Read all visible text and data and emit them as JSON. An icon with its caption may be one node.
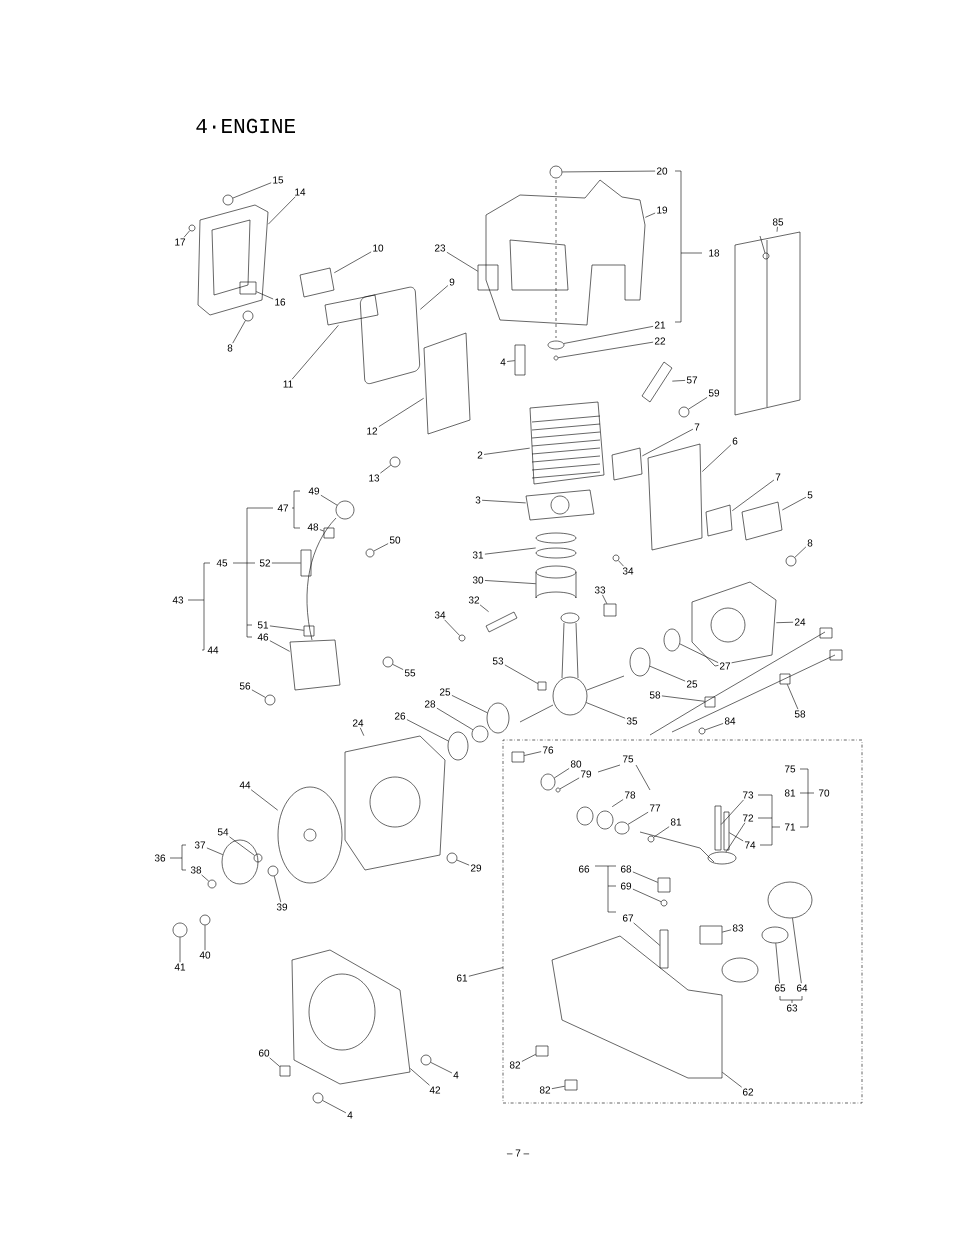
{
  "diagram": {
    "title": "4·ENGINE",
    "nodes": [
      {
        "text": [],
        "shape": "box"
      },
      {
        "text": [
          "15"
        ]
      },
      {
        "text": [
          "14"
        ]
      },
      {
        "text": [
          "20"
        ]
      },
      {
        "text": [
          "17"
        ]
      },
      {
        "text": [
          "10"
        ]
      },
      {
        "text": [
          "23"
        ]
      },
      {
        "text": [
          "19"
        ]
      },
      {
        "text": [
          "85"
        ]
      },
      {
        "text": [
          "9"
        ]
      },
      {
        "text": [
          "16"
        ]
      },
      {
        "text": [
          "8"
        ]
      },
      {
        "text": [
          "21"
        ]
      },
      {
        "text": [
          "22"
        ]
      },
      {
        "text": [
          "4"
        ]
      },
      {
        "text": [
          "57"
        ]
      },
      {
        "text": [
          "11"
        ]
      },
      {
        "text": [
          "59"
        ]
      },
      {
        "text": [
          "7"
        ]
      },
      {
        "text": [
          "12"
        ]
      },
      {
        "text": [
          "6"
        ]
      },
      {
        "text": [
          "2"
        ]
      },
      {
        "text": [
          "13"
        ]
      },
      {
        "text": [
          "7"
        ]
      },
      {
        "text": [
          "49"
        ]
      },
      {
        "text": [
          "5"
        ]
      },
      {
        "text": [
          "3"
        ]
      },
      {
        "text": [
          "48"
        ]
      },
      {
        "text": [
          "50"
        ]
      },
      {
        "text": [
          "8"
        ]
      },
      {
        "text": [
          "31"
        ]
      },
      {
        "text": [
          "52"
        ]
      },
      {
        "text": [
          "34"
        ]
      },
      {
        "text": [
          "30"
        ]
      },
      {
        "text": [
          "33"
        ]
      },
      {
        "text": [
          "32"
        ]
      },
      {
        "text": [
          "34"
        ]
      },
      {
        "text": [
          "24"
        ]
      },
      {
        "text": [
          "51"
        ]
      },
      {
        "text": [
          "46"
        ]
      },
      {
        "text": [
          "53"
        ]
      },
      {
        "text": [
          "27"
        ]
      },
      {
        "text": [
          "55"
        ]
      },
      {
        "text": [
          "25"
        ]
      },
      {
        "text": [
          "56"
        ]
      },
      {
        "text": [
          "25"
        ]
      },
      {
        "text": [
          "58"
        ]
      },
      {
        "text": [
          "28"
        ]
      },
      {
        "text": [
          "58"
        ]
      },
      {
        "text": [
          "26"
        ]
      },
      {
        "text": [
          "84"
        ]
      },
      {
        "text": [
          "35"
        ]
      },
      {
        "text": [
          "24"
        ]
      },
      {
        "text": [
          "76"
        ],
        "in": 0
      },
      {
        "text": [
          "80"
        ],
        "in": 0
      },
      {
        "text": [
          "79"
        ],
        "in": 0
      },
      {
        "text": [
          "44"
        ]
      },
      {
        "text": [
          "78"
        ],
        "in": 0
      },
      {
        "text": [
          "73"
        ],
        "in": 0
      },
      {
        "text": [
          "77"
        ],
        "in": 0
      },
      {
        "text": [
          "72"
        ],
        "in": 0
      },
      {
        "text": [
          "81"
        ],
        "in": 0
      },
      {
        "text": [
          "54"
        ]
      },
      {
        "text": [
          "74"
        ],
        "in": 0
      },
      {
        "text": [
          "37"
        ]
      },
      {
        "text": [
          "29"
        ]
      },
      {
        "text": [
          "68"
        ],
        "in": 0
      },
      {
        "text": [
          "38"
        ]
      },
      {
        "text": [
          "69"
        ],
        "in": 0
      },
      {
        "text": [
          "39"
        ]
      },
      {
        "text": [
          "67"
        ],
        "in": 0
      },
      {
        "text": [
          "83"
        ],
        "in": 0
      },
      {
        "text": [
          "40"
        ]
      },
      {
        "text": [
          "41"
        ]
      },
      {
        "text": [
          "61"
        ]
      },
      {
        "text": [
          "65"
        ],
        "in": 0
      },
      {
        "text": [
          "64"
        ],
        "in": 0
      },
      {
        "text": [
          "60"
        ]
      },
      {
        "text": [
          "82"
        ],
        "in": 0
      },
      {
        "text": [
          "4"
        ]
      },
      {
        "text": [
          "62"
        ],
        "in": 0
      },
      {
        "text": [
          "42"
        ]
      },
      {
        "text": [
          "82"
        ],
        "in": 0
      },
      {
        "text": [
          "4"
        ]
      },
      {
        "text": [],
        "shape": "circle"
      },
      {
        "text": [],
        "shape": "picture"
      },
      {
        "text": [],
        "shape": "circle"
      },
      {
        "text": [],
        "shape": "circle"
      },
      {
        "text": [],
        "shape": "box"
      },
      {
        "text": [],
        "shape": "box"
      },
      {
        "text": [],
        "shape": "picture"
      },
      {
        "text": [],
        "shape": "picture"
      },
      {
        "text": [],
        "shape": "box"
      },
      {
        "text": [],
        "shape": "box",
        "in": 85
      },
      {
        "text": [],
        "shape": "circle"
      },
      {
        "text": [],
        "shape": "circle"
      },
      {
        "text": [],
        "shape": "circle"
      },
      {
        "text": [],
        "shape": "box"
      },
      {
        "text": [],
        "shape": "box"
      },
      {
        "text": [],
        "shape": "box"
      },
      {
        "text": [],
        "shape": "circle"
      },
      {
        "text": [],
        "shape": "box"
      },
      {
        "text": [],
        "shape": "box"
      },
      {
        "text": [],
        "shape": "box"
      },
      {
        "text": [],
        "shape": "picture"
      },
      {
        "text": [],
        "shape": "circle"
      },
      {
        "text": [],
        "shape": "box"
      },
      {
        "text": [],
        "shape": "circle"
      },
      {
        "text": [],
        "shape": "box"
      },
      {
        "text": [],
        "shape": "picture"
      },
      {
        "text": [],
        "shape": "box"
      },
      {
        "text": [],
        "shape": "circle"
      },
      {
        "text": [],
        "shape": "circle"
      },
      {
        "text": [],
        "shape": "picture"
      },
      {
        "text": [],
        "shape": "box"
      },
      {
        "text": [],
        "shape": "circle"
      },
      {
        "text": [],
        "shape": "picture"
      },
      {
        "text": [],
        "shape": "box"
      },
      {
        "text": [],
        "shape": "box"
      },
      {
        "text": [],
        "shape": "circle"
      },
      {
        "text": [],
        "shape": "picture"
      },
      {
        "text": [],
        "shape": "box"
      },
      {
        "text": [],
        "shape": "box"
      },
      {
        "text": [],
        "shape": "box"
      },
      {
        "text": [],
        "shape": "circle"
      },
      {
        "text": [],
        "shape": "circle"
      },
      {
        "text": [],
        "shape": "circle"
      },
      {
        "text": [],
        "shape": "circle"
      },
      {
        "text": [],
        "shape": "circle"
      },
      {
        "text": [],
        "shape": "box"
      },
      {
        "text": [],
        "shape": "circle"
      },
      {
        "text": [],
        "shape": "box"
      },
      {
        "text": [],
        "shape": "circle"
      },
      {
        "text": [],
        "shape": "circle"
      },
      {
        "text": [],
        "shape": "circle"
      },
      {
        "text": [],
        "shape": "picture"
      },
      {
        "text": [],
        "shape": "box",
        "in": 0
      },
      {
        "text": [],
        "shape": "circle",
        "in": 0
      },
      {
        "text": [],
        "shape": "circle",
        "in": 0
      },
      {
        "text": [],
        "shape": "picture"
      },
      {
        "text": [],
        "shape": "picture",
        "in": 0
      },
      {
        "text": [],
        "shape": "box",
        "in": 0
      },
      {
        "text": [],
        "shape": "circle",
        "in": 0
      },
      {
        "text": [],
        "shape": "circle",
        "in": 0
      },
      {
        "text": [],
        "shape": "circle",
        "in": 0
      },
      {
        "text": [],
        "shape": "circle"
      },
      {
        "text": [],
        "shape": "box",
        "in": 0
      },
      {
        "text": [],
        "shape": "circle"
      },
      {
        "text": [],
        "shape": "circle"
      },
      {
        "text": [],
        "shape": "box",
        "in": 0
      },
      {
        "text": [],
        "shape": "circle"
      },
      {
        "text": [],
        "shape": "circle",
        "in": 0
      },
      {
        "text": [],
        "shape": "circle"
      },
      {
        "text": [],
        "shape": "box",
        "in": 0
      },
      {
        "text": [],
        "shape": "box",
        "in": 0
      },
      {
        "text": [],
        "shape": "circle"
      },
      {
        "text": [],
        "shape": "circle"
      },
      {
        "text": [],
        "shape": "circle",
        "in": 0
      },
      {
        "text": [],
        "shape": "circle",
        "in": 0
      },
      {
        "text": [],
        "shape": "box"
      },
      {
        "text": [],
        "shape": "box",
        "in": 0
      },
      {
        "text": [],
        "shape": "circle"
      },
      {
        "text": [],
        "shape": "picture",
        "in": 0
      },
      {
        "text": [],
        "shape": "picture"
      },
      {
        "text": [],
        "shape": "box",
        "in": 0
      },
      {
        "text": [],
        "shape": "circle"
      }
    ],
    "edges": [
      {
        "from": 1,
        "to": 84,
        "arrow": "none"
      },
      {
        "from": 2,
        "to": 85,
        "arrow": "none"
      },
      {
        "from": 3,
        "to": 86,
        "arrow": "none"
      },
      {
        "from": 4,
        "to": 87,
        "arrow": "none"
      },
      {
        "from": 5,
        "to": 88,
        "arrow": "none"
      },
      {
        "from": 6,
        "to": 89,
        "arrow": "none"
      },
      {
        "from": 7,
        "to": 90,
        "arrow": "none"
      },
      {
        "from": 8,
        "to": 91,
        "arrow": "none"
      },
      {
        "from": 9,
        "to": 92,
        "arrow": "none"
      },
      {
        "from": 10,
        "to": 93,
        "arrow": "none"
      },
      {
        "from": 11,
        "to": 94,
        "arrow": "none"
      },
      {
        "from": 12,
        "to": 95,
        "arrow": "none"
      },
      {
        "from": 13,
        "to": 96,
        "arrow": "none"
      },
      {
        "from": 14,
        "to": 97,
        "arrow": "none"
      },
      {
        "from": 15,
        "to": 98,
        "arrow": "none"
      },
      {
        "from": 16,
        "to": 99,
        "arrow": "none"
      },
      {
        "from": 17,
        "to": 100,
        "arrow": "none"
      },
      {
        "from": 18,
        "to": 101,
        "arrow": "none"
      },
      {
        "from": 19,
        "to": 102,
        "arrow": "none"
      },
      {
        "from": 20,
        "to": 103,
        "arrow": "none"
      },
      {
        "from": 21,
        "to": 104,
        "arrow": "none"
      },
      {
        "from": 22,
        "to": 105,
        "arrow": "none"
      },
      {
        "from": 23,
        "to": 106,
        "arrow": "none"
      },
      {
        "from": 24,
        "to": 107,
        "arrow": "none"
      },
      {
        "from": 25,
        "to": 108,
        "arrow": "none"
      },
      {
        "from": 26,
        "to": 109,
        "arrow": "none"
      },
      {
        "from": 27,
        "to": 110,
        "arrow": "none"
      },
      {
        "from": 28,
        "to": 111,
        "arrow": "none"
      },
      {
        "from": 29,
        "to": 112,
        "arrow": "none"
      },
      {
        "from": 30,
        "to": 113,
        "arrow": "none"
      },
      {
        "from": 31,
        "to": 114,
        "arrow": "none"
      },
      {
        "from": 32,
        "to": 115,
        "arrow": "none"
      },
      {
        "from": 33,
        "to": 116,
        "arrow": "none"
      },
      {
        "from": 34,
        "to": 117,
        "arrow": "none"
      },
      {
        "from": 35,
        "to": 118,
        "arrow": "none"
      },
      {
        "from": 36,
        "to": 119,
        "arrow": "none"
      },
      {
        "from": 37,
        "to": 120,
        "arrow": "none"
      },
      {
        "from": 38,
        "to": 121,
        "arrow": "none"
      },
      {
        "from": 39,
        "to": 122,
        "arrow": "none"
      },
      {
        "from": 40,
        "to": 123,
        "arrow": "none"
      },
      {
        "from": 41,
        "to": 124,
        "arrow": "none"
      },
      {
        "from": 42,
        "to": 125,
        "arrow": "none"
      },
      {
        "from": 43,
        "to": 126,
        "arrow": "none"
      },
      {
        "from": 44,
        "to": 127,
        "arrow": "none"
      },
      {
        "from": 45,
        "to": 128,
        "arrow": "none"
      },
      {
        "from": 46,
        "to": 129,
        "arrow": "none"
      },
      {
        "from": 47,
        "to": 130,
        "arrow": "none"
      },
      {
        "from": 48,
        "to": 131,
        "arrow": "none"
      },
      {
        "from": 49,
        "to": 132,
        "arrow": "none"
      },
      {
        "from": 50,
        "to": 133,
        "arrow": "none"
      },
      {
        "from": 51,
        "to": 134,
        "arrow": "none"
      },
      {
        "from": 52,
        "to": 135,
        "arrow": "none"
      },
      {
        "from": 53,
        "to": 136,
        "arrow": "none"
      },
      {
        "from": 54,
        "to": 137,
        "arrow": "none"
      },
      {
        "from": 55,
        "to": 138,
        "arrow": "none"
      },
      {
        "from": 56,
        "to": 139,
        "arrow": "none"
      },
      {
        "from": 57,
        "to": 140,
        "arrow": "none"
      },
      {
        "from": 58,
        "to": 141,
        "arrow": "none"
      },
      {
        "from": 59,
        "to": 142,
        "arrow": "none"
      },
      {
        "from": 60,
        "to": 143,
        "arrow": "none"
      },
      {
        "from": 61,
        "to": 144,
        "arrow": "none"
      },
      {
        "from": 62,
        "to": 145,
        "arrow": "none"
      },
      {
        "from": 63,
        "to": 146,
        "arrow": "none"
      },
      {
        "from": 64,
        "to": 147,
        "arrow": "none"
      },
      {
        "from": 65,
        "to": 148,
        "arrow": "none"
      },
      {
        "from": 66,
        "to": 149,
        "arrow": "none"
      },
      {
        "from": 67,
        "to": 150,
        "arrow": "none"
      },
      {
        "from": 68,
        "to": 151,
        "arrow": "none"
      },
      {
        "from": 69,
        "to": 152,
        "arrow": "none"
      },
      {
        "from": 70,
        "to": 153,
        "arrow": "none"
      },
      {
        "from": 71,
        "to": 154,
        "arrow": "none"
      },
      {
        "from": 72,
        "to": 155,
        "arrow": "none"
      },
      {
        "from": 73,
        "to": 156,
        "arrow": "none"
      },
      {
        "from": 74,
        "to": 0,
        "arrow": "none"
      },
      {
        "from": 75,
        "to": 157,
        "arrow": "none"
      },
      {
        "from": 76,
        "to": 158,
        "arrow": "none"
      },
      {
        "from": 77,
        "to": 159,
        "arrow": "none"
      },
      {
        "from": 78,
        "to": 160,
        "arrow": "none"
      },
      {
        "from": 79,
        "to": 161,
        "arrow": "none"
      },
      {
        "from": 80,
        "to": 162,
        "arrow": "none"
      },
      {
        "from": 81,
        "to": 163,
        "arrow": "none"
      },
      {
        "from": 82,
        "to": 164,
        "arrow": "none"
      },
      {
        "from": 83,
        "to": 165,
        "arrow": "none"
      }
    ],
    "labels": [
      "18",
      "47",
      "45",
      "43",
      "44",
      "75",
      "75",
      "81",
      "70",
      "71",
      "36",
      "66",
      "63",
      "– 7 –"
    ]
  }
}
